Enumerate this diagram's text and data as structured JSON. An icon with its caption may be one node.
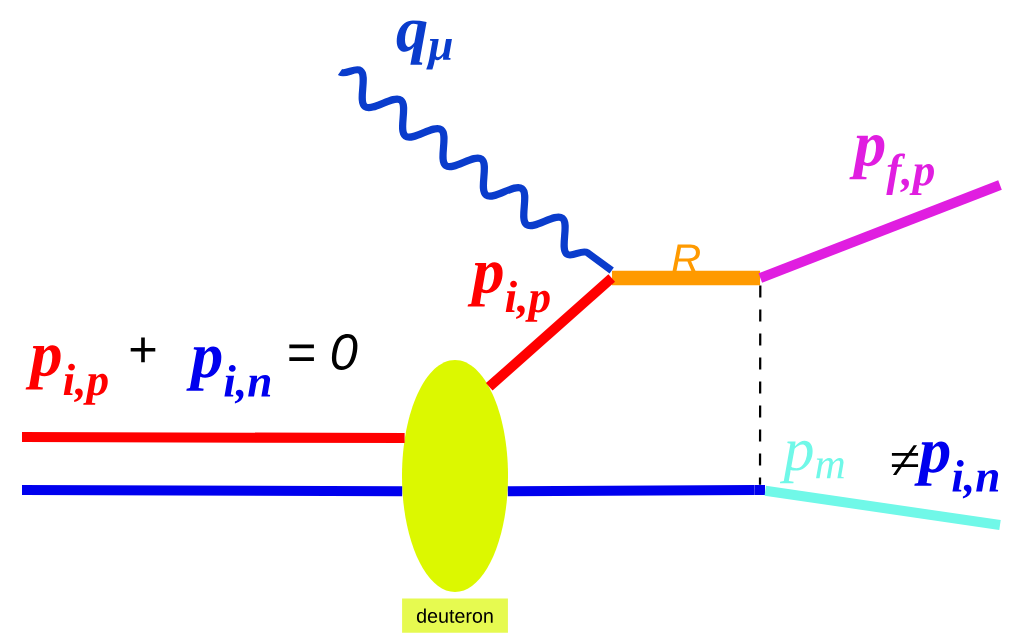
{
  "diagram": {
    "nodes": [
      {
        "text": [],
        "shape": "ellipse",
        "beside": [
          "deuteron"
        ]
      },
      {
        "text": [
          "R"
        ]
      },
      {
        "text": [],
        "shape": "point"
      }
    ],
    "edges": [
      {
        "from": null,
        "to": 0,
        "arrow": "none",
        "color": "#ff0000"
      },
      {
        "from": null,
        "to": 0,
        "arrow": "none",
        "color": "#0000ee"
      },
      {
        "from": 0,
        "to": 1,
        "arrow": "none",
        "color": "#ff0000",
        "label": "p$_{i,p}$"
      },
      {
        "from": null,
        "to": 1,
        "arrow": "none",
        "color": "#0a3ccc",
        "label": "q$_{μ}$"
      },
      {
        "from": 1,
        "to": null,
        "arrow": "none",
        "color": "#e01ee0",
        "label": "p$_{f,p}$"
      },
      {
        "from": 1,
        "to": 2,
        "arrow": "none",
        "style": "dashed",
        "color": "#000000"
      },
      {
        "from": 0,
        "to": 2,
        "arrow": "none",
        "color": "#0000ee"
      },
      {
        "from": 2,
        "to": null,
        "arrow": "none",
        "color": "#70f8e8",
        "label": "p$_{m}$"
      }
    ],
    "labels": [
      "p$_{i,p}$",
      "+",
      "p$_{i,n}$",
      "= 0",
      "≠",
      "p$_{i,n}$"
    ]
  }
}
